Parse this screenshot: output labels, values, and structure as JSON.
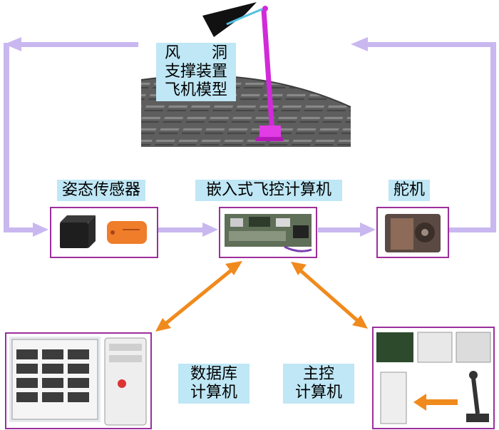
{
  "nodes": {
    "wind_tunnel": {
      "lines": [
        "风　　洞",
        "支撑装置",
        "飞机模型"
      ]
    },
    "sensor": {
      "label": "姿态传感器"
    },
    "fcc": {
      "label": "嵌入式飞控计算机"
    },
    "servo": {
      "label": "舵机"
    },
    "database": {
      "lines": [
        "数据库",
        "计算机"
      ]
    },
    "main": {
      "lines": [
        "主控",
        "计算机"
      ]
    }
  },
  "colors": {
    "arrow_lavender": "#c9b8f0",
    "arrow_orange": "#f08a1c",
    "border_purple": "#9c2f9c",
    "label_bg": "#bfe7f5"
  }
}
